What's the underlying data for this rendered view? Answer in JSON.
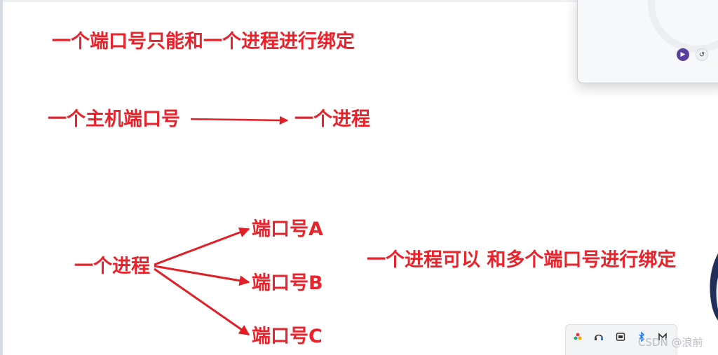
{
  "notes": {
    "line1": "一个端口号只能和一个进程进行绑定",
    "mapping_from": "一个主机端口号",
    "mapping_to": "一个进程",
    "process": "一个进程",
    "port_a": "端口号A",
    "port_b": "端口号B",
    "port_c": "端口号C",
    "line4": "一个进程可以 和多个端口号进行绑定"
  },
  "media_panel": {
    "play_icon": "play-icon",
    "replay_icon": "replay-icon",
    "play_glyph": "▶",
    "replay_glyph": "↺"
  },
  "tray": {
    "icons": [
      "color-wheel-icon",
      "headset-icon",
      "window-icon",
      "bluetooth-icon",
      "mail-icon"
    ]
  },
  "watermark": "CSDN @浪前",
  "colors": {
    "annotation_red": "#e8232b",
    "arrow_red": "#e11f26",
    "play_purple": "#5b3f9e"
  }
}
